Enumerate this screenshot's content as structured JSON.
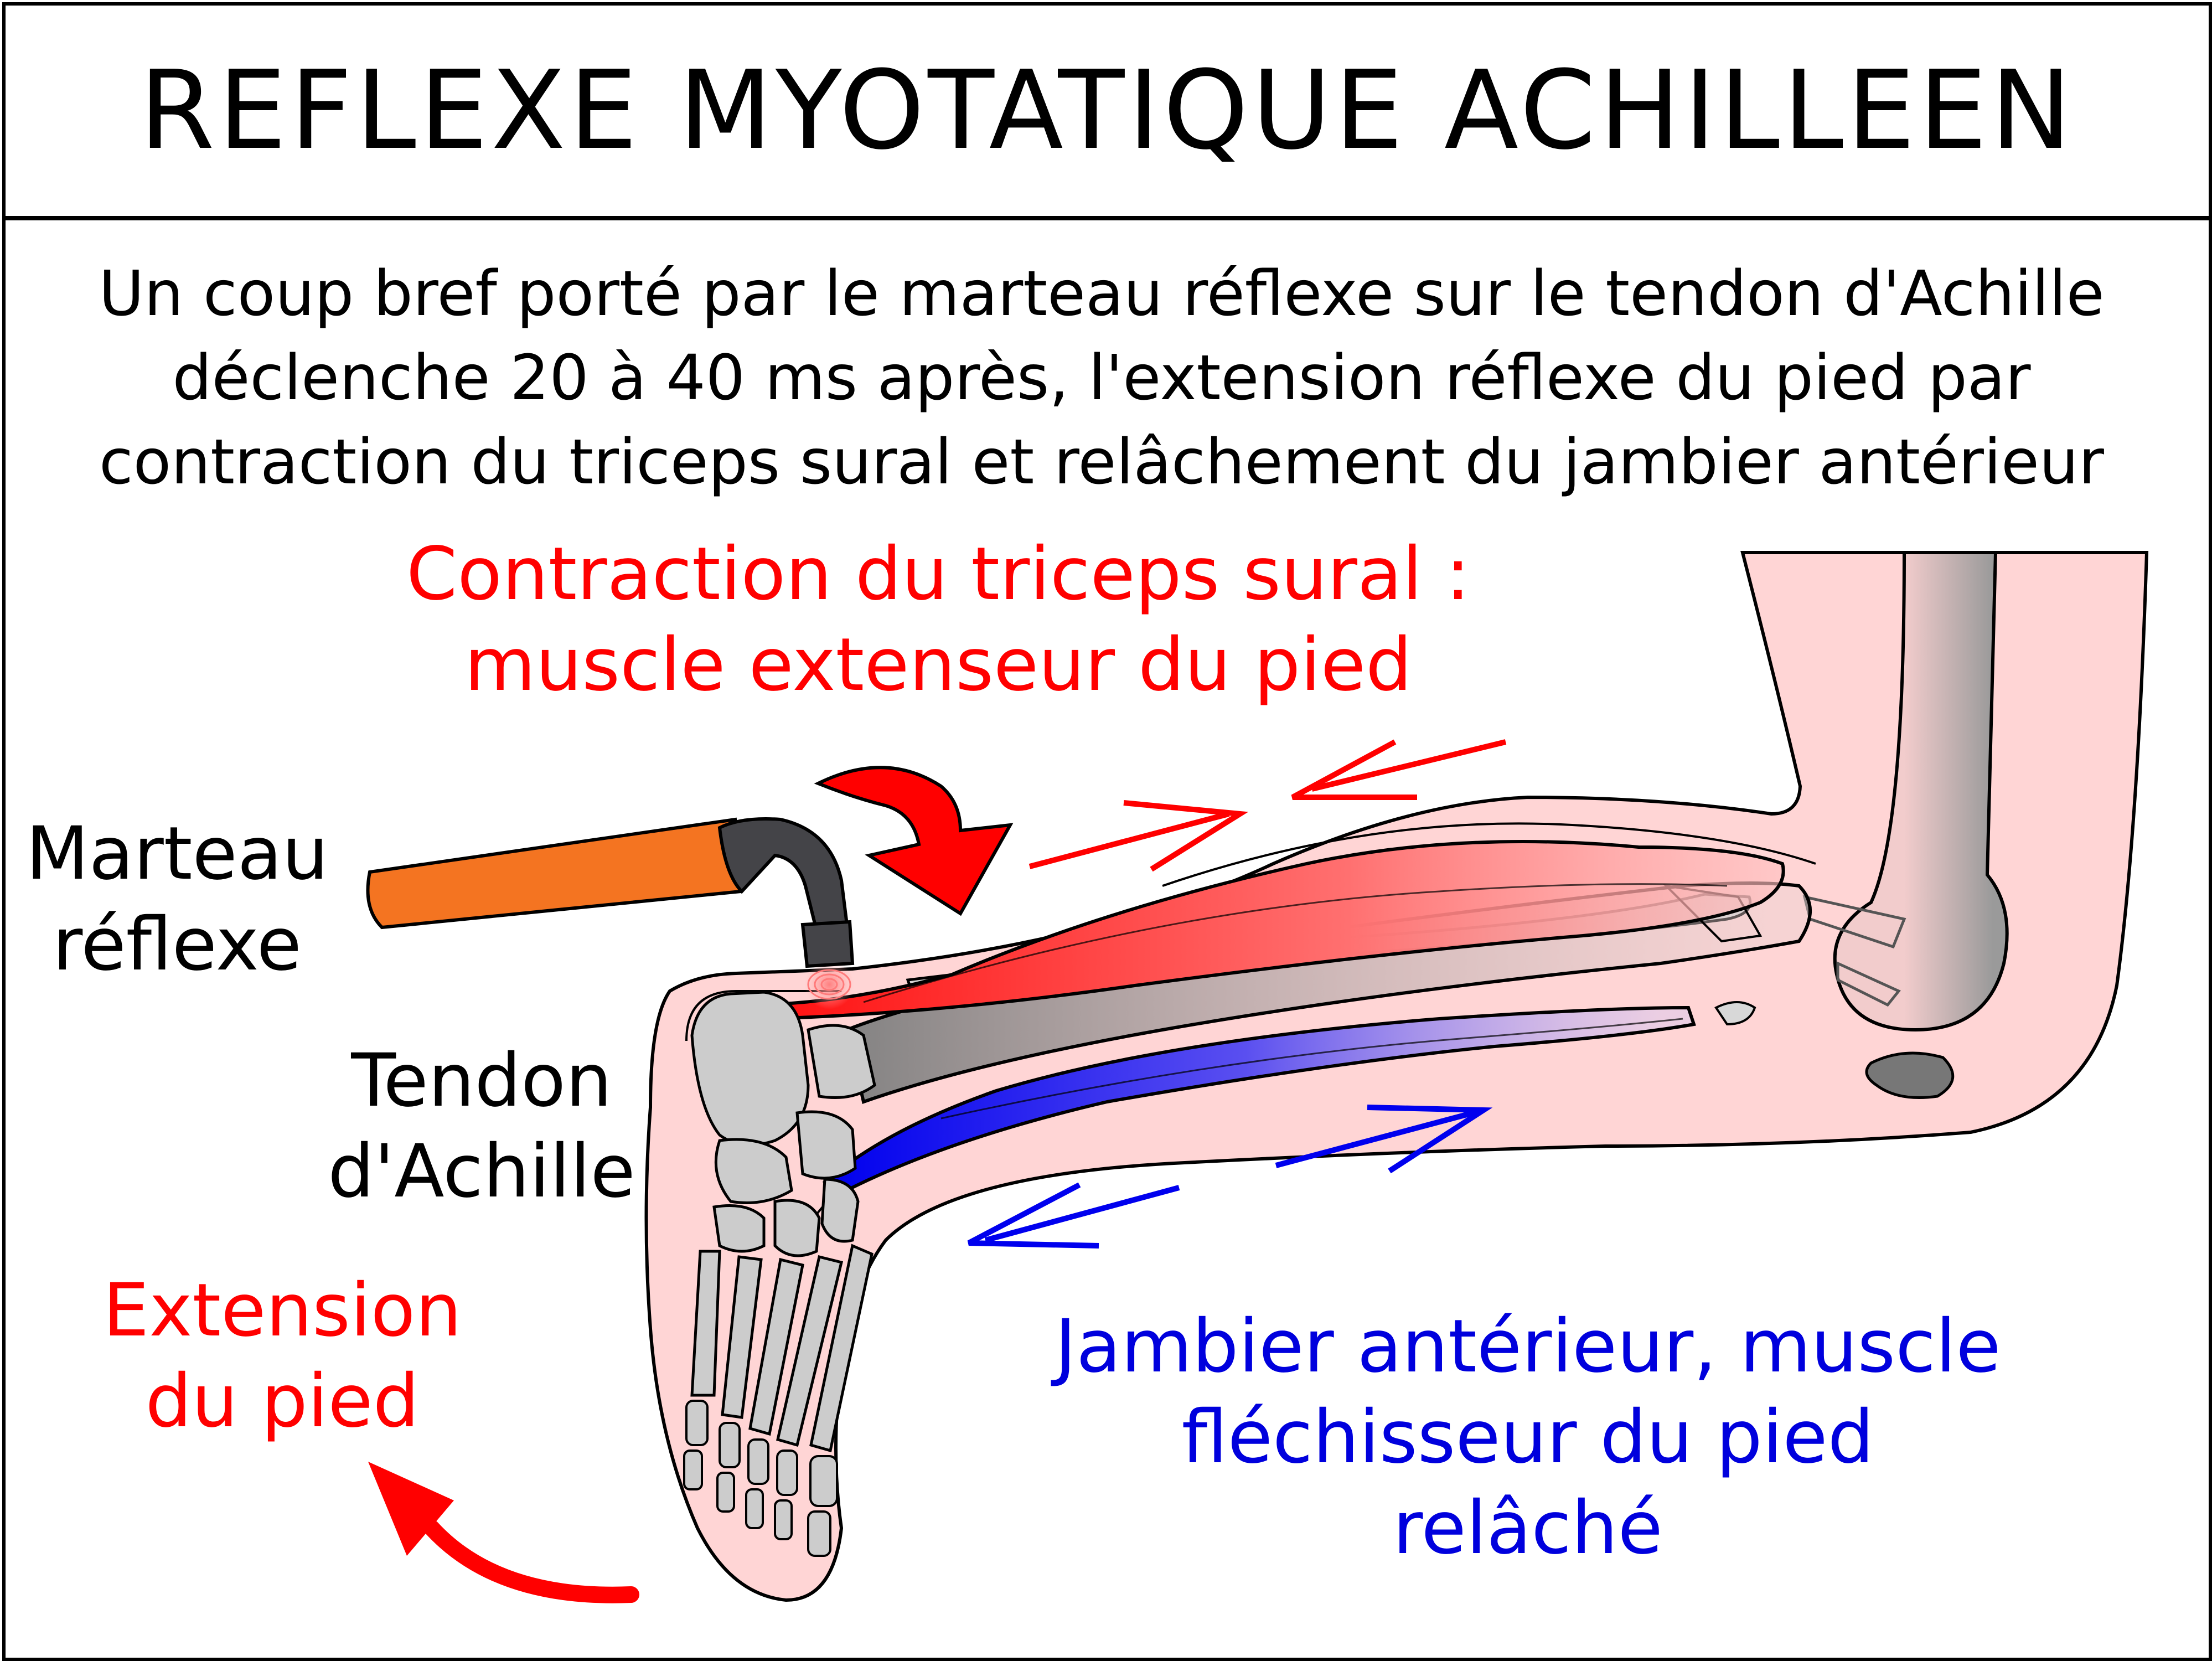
{
  "title": "REFLEXE MYOTATIQUE ACHILLEEN",
  "intro_lines": [
    "Un coup bref porté par le marteau réflexe sur le tendon d'Achille",
    "déclenche 20 à 40 ms après, l'extension réflexe du pied par",
    "contraction du triceps sural et relâchement du jambier antérieur"
  ],
  "labels": {
    "contraction": [
      "Contraction du triceps sural :",
      "muscle extenseur du pied"
    ],
    "hammer": [
      "Marteau",
      "réflexe"
    ],
    "tendon": [
      "Tendon",
      "d'Achille"
    ],
    "extension": [
      "Extension",
      "du pied"
    ],
    "tibialis": [
      "Jambier antérieur, muscle",
      "fléchisseur du pied",
      "relâché"
    ]
  },
  "colors": {
    "contraction_red": "#ff0000",
    "relaxed_blue": "#0000dd",
    "skin": "#ffd5d5",
    "bone": "#cccccc",
    "hammer_handle": "#f47421",
    "hammer_head": "#444448"
  },
  "icons": [
    "hammer-icon",
    "tap-arrow-icon",
    "extension-arrow-icon",
    "stretch-arrow-icon"
  ]
}
